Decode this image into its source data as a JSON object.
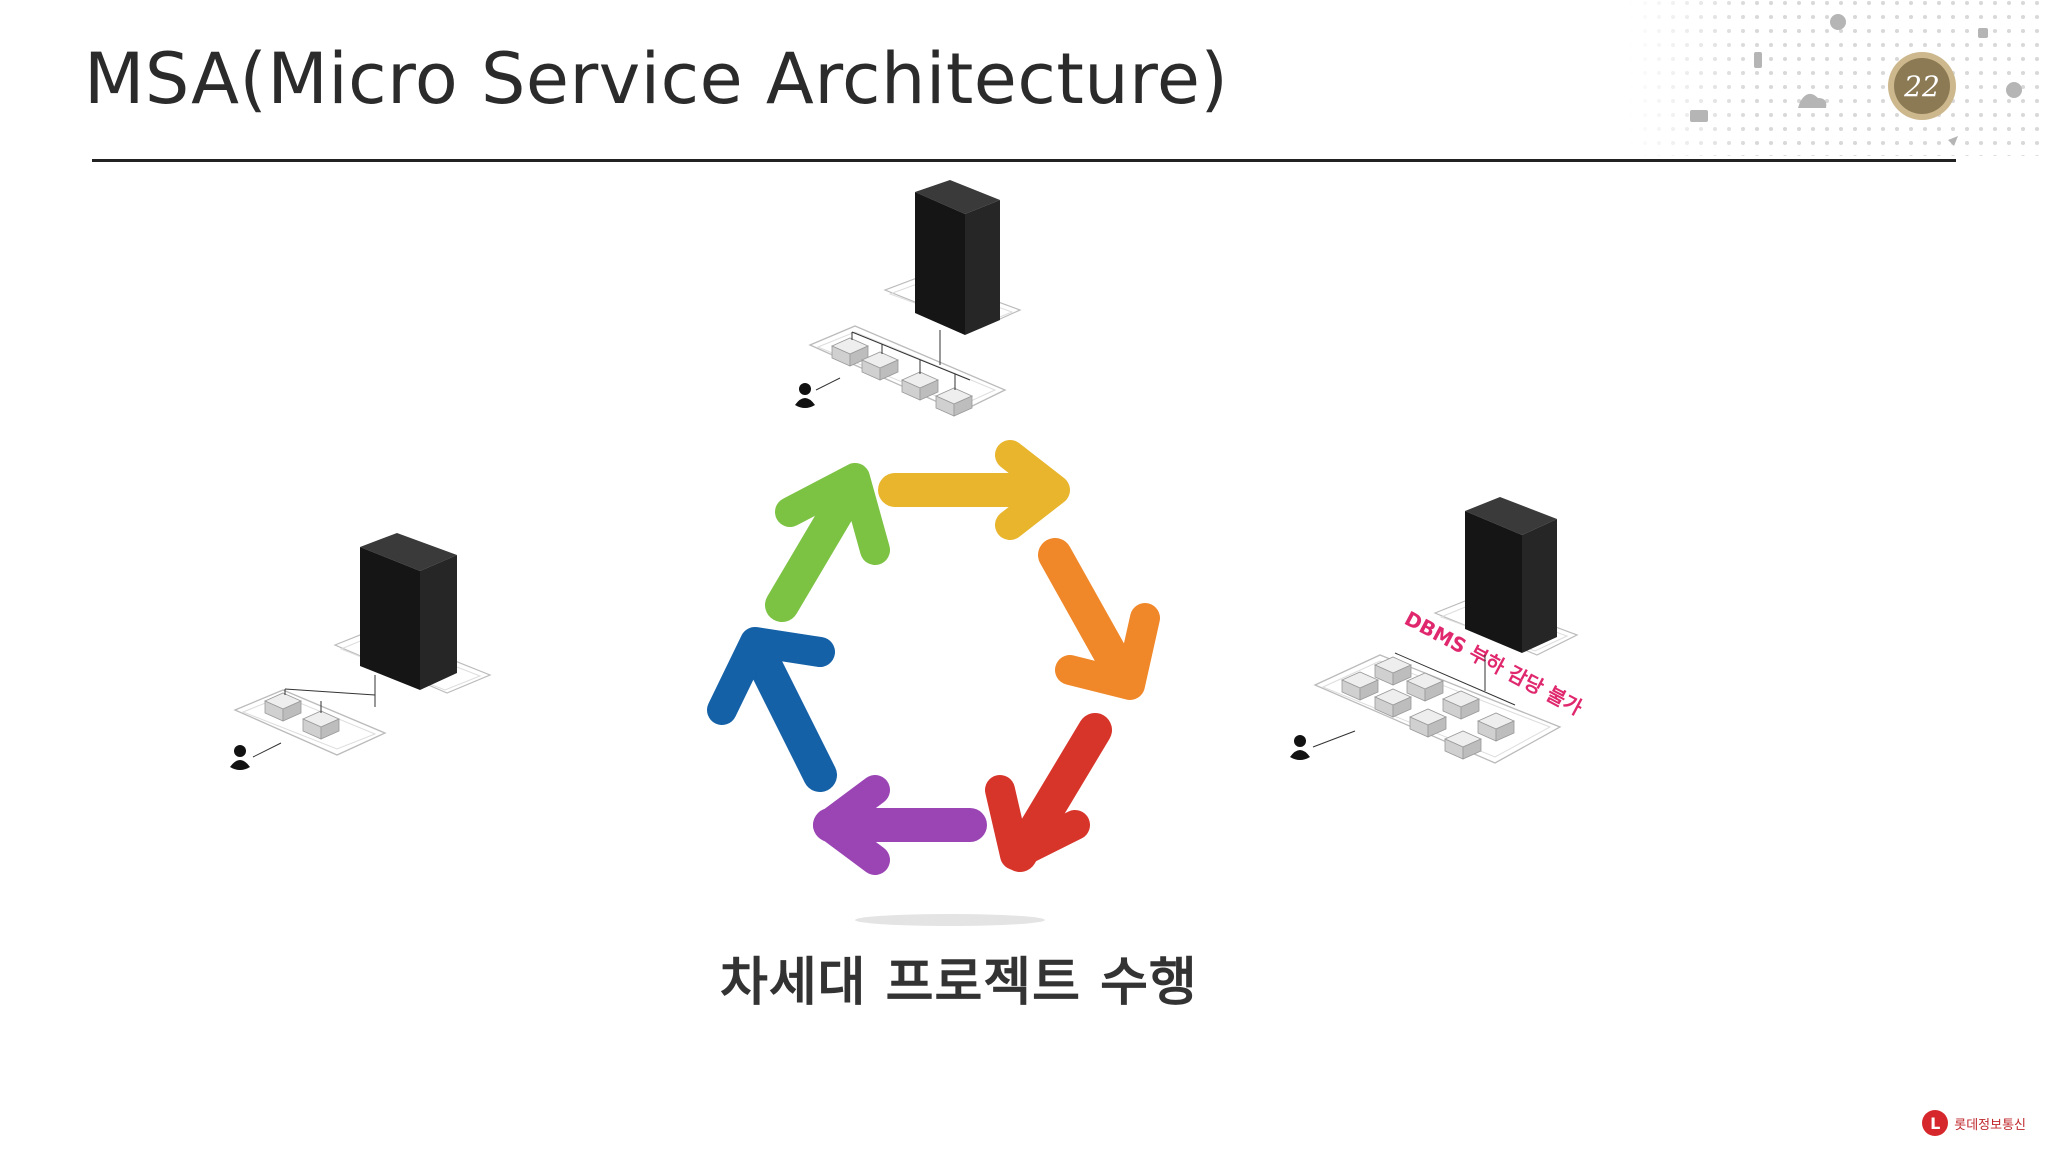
{
  "slide": {
    "title": "MSA(Micro Service Architecture)",
    "caption": "차세대 프로젝트 수행",
    "dbms_label": "DBMS 부하 감당 불가"
  },
  "badge": {
    "text": "22"
  },
  "logo": {
    "text": "롯데정보통신"
  },
  "colors": {
    "title": "#2b2b2b",
    "arrow_yellow": "#e8b52c",
    "arrow_orange": "#f0882a",
    "arrow_red": "#d8352a",
    "arrow_purple": "#9b45b5",
    "arrow_blue": "#1461a8",
    "arrow_green": "#7cc243",
    "server": "#1f1f1f",
    "label_red": "#e0286e"
  },
  "diagram": {
    "cycle_arrows": [
      "yellow",
      "orange",
      "red",
      "purple",
      "blue",
      "green"
    ],
    "servers": [
      {
        "id": "top",
        "module_count": 4
      },
      {
        "id": "left",
        "module_count": 2
      },
      {
        "id": "right",
        "module_count": 8
      }
    ]
  }
}
